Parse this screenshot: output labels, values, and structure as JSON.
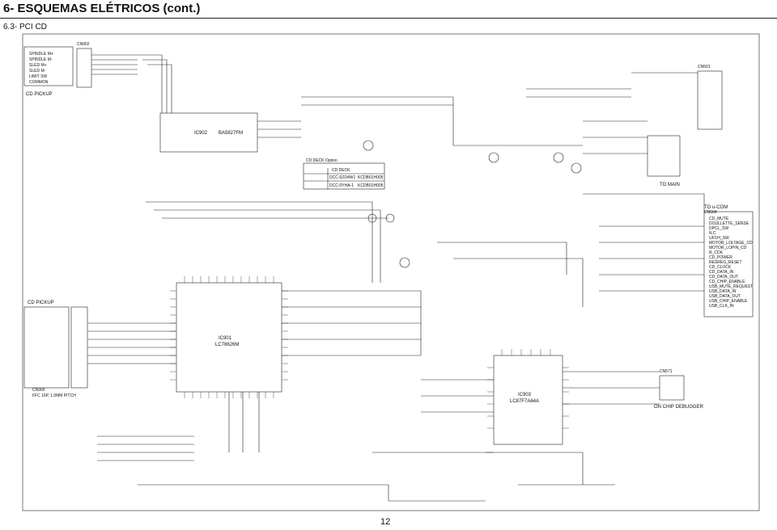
{
  "header": {
    "title": "6- ESQUEMAS ELÉTRICOS (cont.)",
    "subtitle": "6.3- PCI CD",
    "page_number": "12"
  },
  "blocks": {
    "cd_pickup_top": {
      "label": "CD PICKUP",
      "pins": [
        "SPINDLE M+",
        "SPINDLE M-",
        "SLED M+",
        "SLED M-",
        "LIMIT SW",
        "COMMON"
      ]
    },
    "cn902": {
      "label": "CN902"
    },
    "ic902": {
      "label": "IC902",
      "part": "BA5827FM"
    },
    "cd_deck_option": {
      "title": "CD DECK Option",
      "col": "CD DECK",
      "rows": [
        [
          "DCC-0ZD4W1",
          "KCDB01H005"
        ],
        [
          "DCC-0YHA-1",
          "KCDB01H005"
        ]
      ]
    },
    "to_main": {
      "label": "TO MAIN"
    },
    "cn501": {
      "label": "CN501"
    },
    "ic901": {
      "label": "IC901",
      "part": "LC78626M"
    },
    "ic903": {
      "label": "IC903",
      "part": "LC87F7A64A"
    },
    "cd_pickup_bottom": {
      "label": "CD PICKUP",
      "connector": "CN900",
      "note": "FFC 16P, 1.0MM PITCH"
    },
    "to_ucom": {
      "label": "TO u-COM",
      "connector": "CN504",
      "pins": [
        "CD_MUTE",
        "DOULLETTE_SENSE",
        "DPCL_SW",
        "N.C",
        "UFCH_SW",
        "MOTOR_LOLTAGE_CD",
        "MOTOR_LOPIN_CD",
        "R_CDK",
        "CD_POWER",
        "RESREG_RESET",
        "CD_CLOCK",
        "CD_DATA_IN",
        "CD_DATA_OUT",
        "CD_CHIP_ENABLE",
        "USB_MUTE_REQUEST",
        "USB_DATA_IN",
        "USB_DATA_OUT",
        "USB_CHIP_ENABLE",
        "USB_CLK_IN"
      ]
    },
    "cn571": {
      "label": "CN571",
      "title": "ON CHIP DEBUGGER"
    }
  }
}
